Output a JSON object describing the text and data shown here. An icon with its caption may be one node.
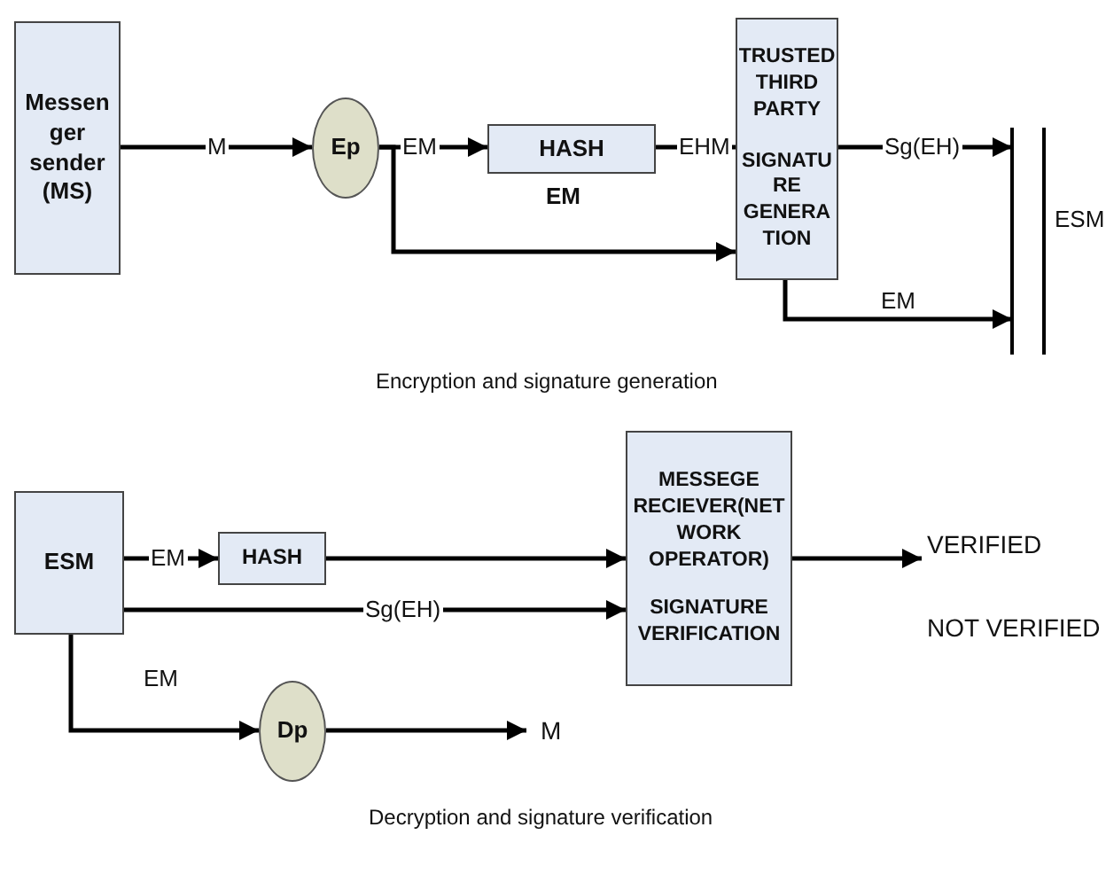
{
  "diagram": {
    "nodes": [
      {
        "text": [
          "Messen ger sender (MS)"
        ]
      },
      {
        "text": [
          "Ep"
        ]
      },
      {
        "text": [
          "HASH"
        ],
        "beside": [
          "EM"
        ]
      },
      {
        "text": [
          "TRUSTED THIRD PARTY",
          "SIGNATU RE GENERA TION"
        ]
      },
      {
        "text": [],
        "shape": "bar",
        "beside": [
          "ESM"
        ]
      },
      {
        "text": [
          "ESM"
        ]
      },
      {
        "text": [
          "HASH"
        ]
      },
      {
        "text": [
          "MESSEGE RECIEVER(NET WORK OPERATOR)",
          "SIGNATURE VERIFICATION"
        ]
      },
      {
        "text": [
          "VERIFIED"
        ]
      },
      {
        "text": [
          "Dp"
        ]
      },
      {
        "text": [
          "M"
        ]
      }
    ],
    "edges": [
      {
        "from": 0,
        "to": 1,
        "arrow": "to",
        "label": "M"
      },
      {
        "from": 1,
        "to": 2,
        "arrow": "to",
        "label": "EM"
      },
      {
        "from": 2,
        "to": 3,
        "arrow": "to",
        "label": "EHM"
      },
      {
        "from": 1,
        "to": 3,
        "arrow": "to"
      },
      {
        "from": 3,
        "to": 4,
        "arrow": "to",
        "label": "Sg(EH)"
      },
      {
        "from": 3,
        "to": 4,
        "arrow": "to",
        "label": "EM"
      },
      {
        "from": 5,
        "to": 6,
        "arrow": "to",
        "label": "EM"
      },
      {
        "from": 6,
        "to": 7,
        "arrow": "to"
      },
      {
        "from": 5,
        "to": 7,
        "arrow": "to",
        "label": "Sg(EH)"
      },
      {
        "from": 7,
        "to": 8,
        "arrow": "to"
      },
      {
        "from": 5,
        "to": 9,
        "arrow": "to",
        "label": "EM"
      },
      {
        "from": 9,
        "to": 10,
        "arrow": "to"
      }
    ],
    "labels": [
      "Encryption and signature generation",
      "NOT VERIFIED",
      "Decryption and signature verification"
    ]
  }
}
